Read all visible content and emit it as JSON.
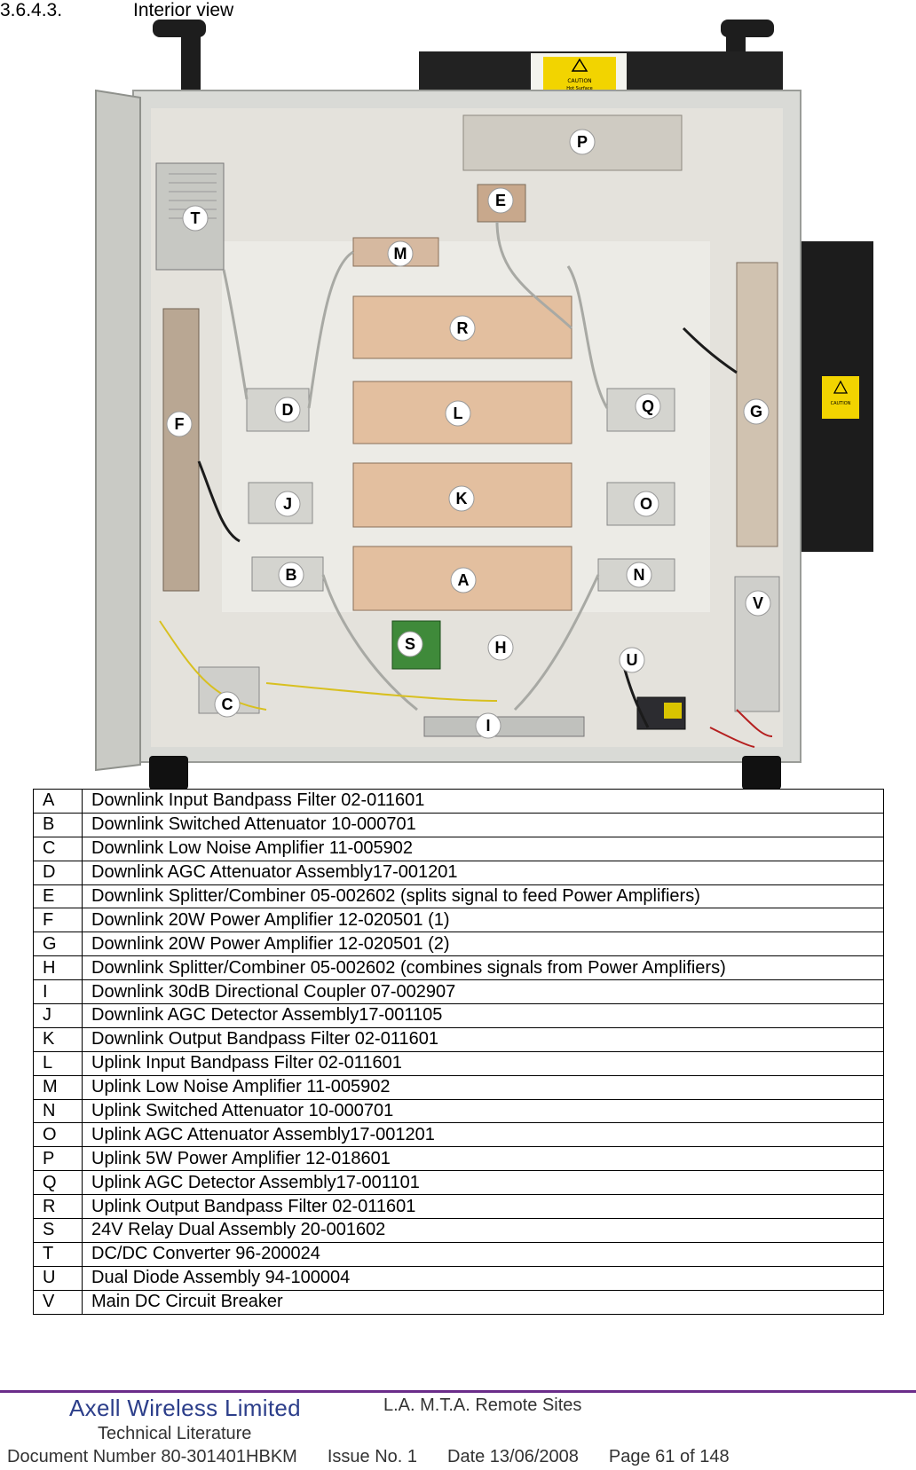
{
  "section": {
    "number": "3.6.4.3.",
    "title": "Interior view"
  },
  "photo": {
    "caution_top": "CAUTION",
    "caution_top_sub": "Hot Surface",
    "caution_side": "CAUTION",
    "markers": [
      "P",
      "E",
      "T",
      "M",
      "R",
      "D",
      "L",
      "Q",
      "G",
      "F",
      "K",
      "J",
      "O",
      "B",
      "A",
      "N",
      "V",
      "S",
      "H",
      "U",
      "C",
      "I"
    ]
  },
  "legend": [
    {
      "key": "A",
      "desc": "Downlink Input Bandpass Filter 02-011601"
    },
    {
      "key": "B",
      "desc": "Downlink Switched Attenuator 10-000701"
    },
    {
      "key": "C",
      "desc": "Downlink Low Noise Amplifier 11-005902"
    },
    {
      "key": "D",
      "desc": "Downlink AGC Attenuator Assembly17-001201"
    },
    {
      "key": "E",
      "desc": "Downlink Splitter/Combiner 05-002602 (splits signal to feed Power Amplifiers)"
    },
    {
      "key": "F",
      "desc": "Downlink 20W Power Amplifier 12-020501 (1)"
    },
    {
      "key": "G",
      "desc": "Downlink 20W Power Amplifier 12-020501 (2)"
    },
    {
      "key": "H",
      "desc": "Downlink Splitter/Combiner 05-002602 (combines signals from Power Amplifiers)"
    },
    {
      "key": "I",
      "desc": "Downlink 30dB Directional Coupler 07-002907"
    },
    {
      "key": "J",
      "desc": "Downlink AGC Detector Assembly17-001105"
    },
    {
      "key": "K",
      "desc": "Downlink Output Bandpass Filter 02-011601"
    },
    {
      "key": "L",
      "desc": "Uplink Input Bandpass Filter 02-011601"
    },
    {
      "key": "M",
      "desc": "Uplink Low Noise Amplifier 11-005902"
    },
    {
      "key": "N",
      "desc": "Uplink Switched Attenuator 10-000701"
    },
    {
      "key": "O",
      "desc": "Uplink AGC Attenuator Assembly17-001201"
    },
    {
      "key": "P",
      "desc": "Uplink 5W Power Amplifier 12-018601"
    },
    {
      "key": "Q",
      "desc": "Uplink AGC Detector Assembly17-001101"
    },
    {
      "key": "R",
      "desc": "Uplink Output Bandpass Filter 02-011601"
    },
    {
      "key": "S",
      "desc": "24V Relay Dual Assembly 20-001602"
    },
    {
      "key": "T",
      "desc": "DC/DC Converter 96-200024"
    },
    {
      "key": "U",
      "desc": "Dual Diode Assembly 94-100004"
    },
    {
      "key": "V",
      "desc": "Main DC Circuit Breaker"
    }
  ],
  "footer": {
    "company": "Axell Wireless Limited",
    "tech": "Technical Literature",
    "site": "L.A. M.T.A. Remote Sites",
    "doc_number": "Document Number 80-301401HBKM",
    "issue": "Issue No. 1",
    "date": "Date 13/06/2008",
    "page": "Page 61 of 148"
  }
}
